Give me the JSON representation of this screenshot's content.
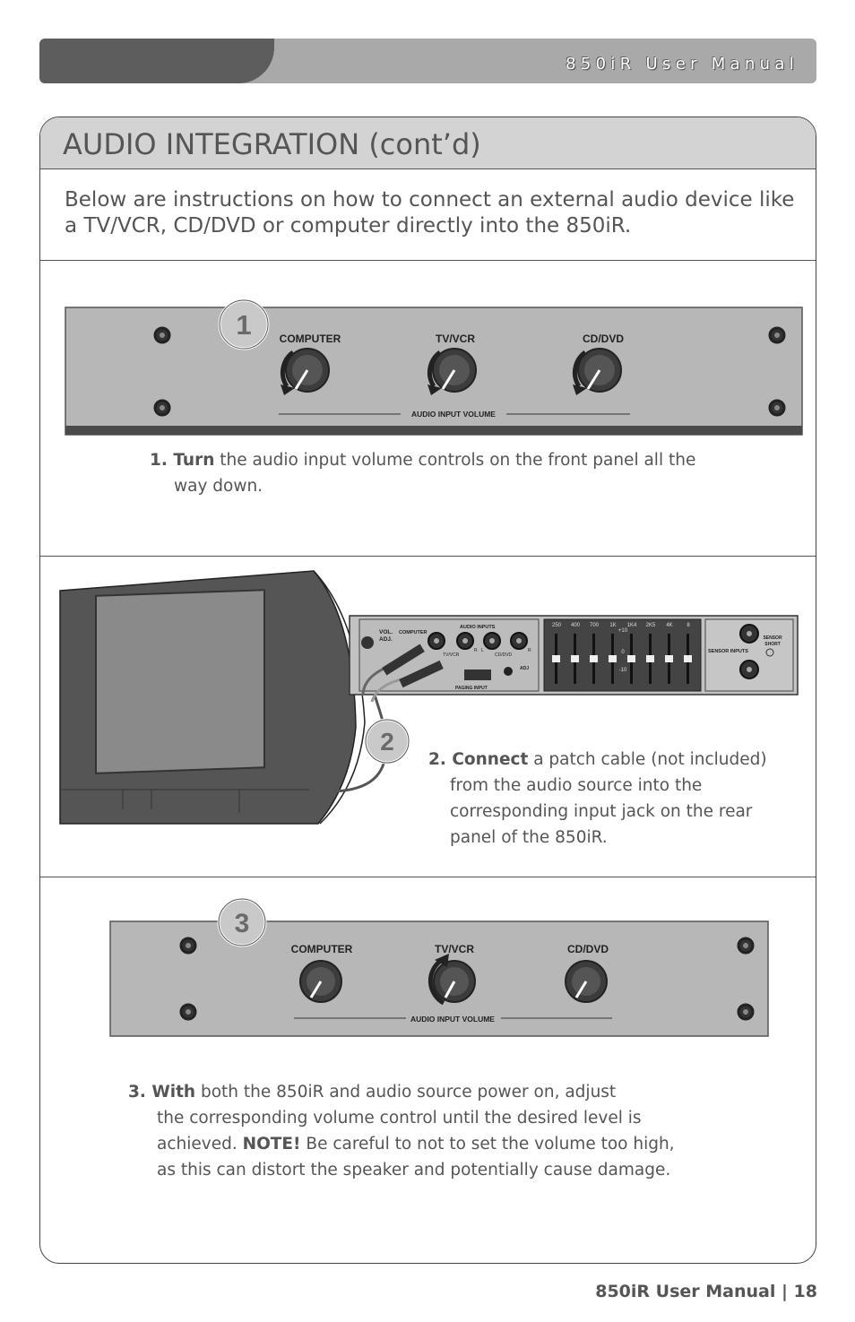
{
  "header": {
    "title": "850iR User Manual"
  },
  "section": {
    "title": "AUDIO INTEGRATION (cont’d)",
    "intro": "Below are instructions on how to connect an external audio device like a TV/VCR, CD/DVD or computer directly into the 850iR."
  },
  "front_panel": {
    "knob_labels": [
      "COMPUTER",
      "TV/VCR",
      "CD/DVD"
    ],
    "volume_label": "AUDIO INPUT VOLUME"
  },
  "rear_panel": {
    "vol_adj": "VOL.\nADJ.",
    "computer": "COMPUTER",
    "audio_inputs": "AUDIO INPUTS",
    "tv_vcr": "TV/VCR",
    "cd_dvd": "CD/DVD",
    "r": "R",
    "l": "L",
    "r2": "R",
    "adj": "ADJ",
    "paging_input": "PAGING INPUT",
    "eq_bands": [
      "250",
      "400",
      "700",
      "1K",
      "1K4",
      "2K5",
      "4K",
      "8"
    ],
    "eq_top": "+10",
    "eq_mid": "0",
    "eq_bot": "-10",
    "sensor_inputs": "SENSOR INPUTS",
    "sensor_short_1": "SENSOR",
    "sensor_short_2": "SHORT"
  },
  "steps": [
    {
      "badge": "1",
      "lead": "1. Turn",
      "text": " the audio input volume controls on the front panel all the",
      "text2": "way down."
    },
    {
      "badge": "2",
      "lead": "2. Connect",
      "text": " a patch cable (not included)",
      "line2": "from the audio source into the",
      "line3": "corresponding input jack on the rear",
      "line4": "panel of the 850iR."
    },
    {
      "badge": "3",
      "lead": "3. With",
      "text": " both the 850iR and audio source power on, adjust",
      "line2": "the corresponding volume control until the desired level is",
      "line3_pre": "achieved. ",
      "note": "NOTE!",
      "line3_post": " Be careful to not to set the volume too high,",
      "line4": "as this can distort the speaker and potentially cause damage."
    }
  ],
  "footer": {
    "text": "850iR User Manual | 18"
  },
  "colors": {
    "header_bar": "#a9a9a9",
    "header_tab": "#5d5d5d",
    "panel_head": "#d3d3d3",
    "device_face": "#b5b5b5",
    "device_dark": "#4a4a4a"
  }
}
